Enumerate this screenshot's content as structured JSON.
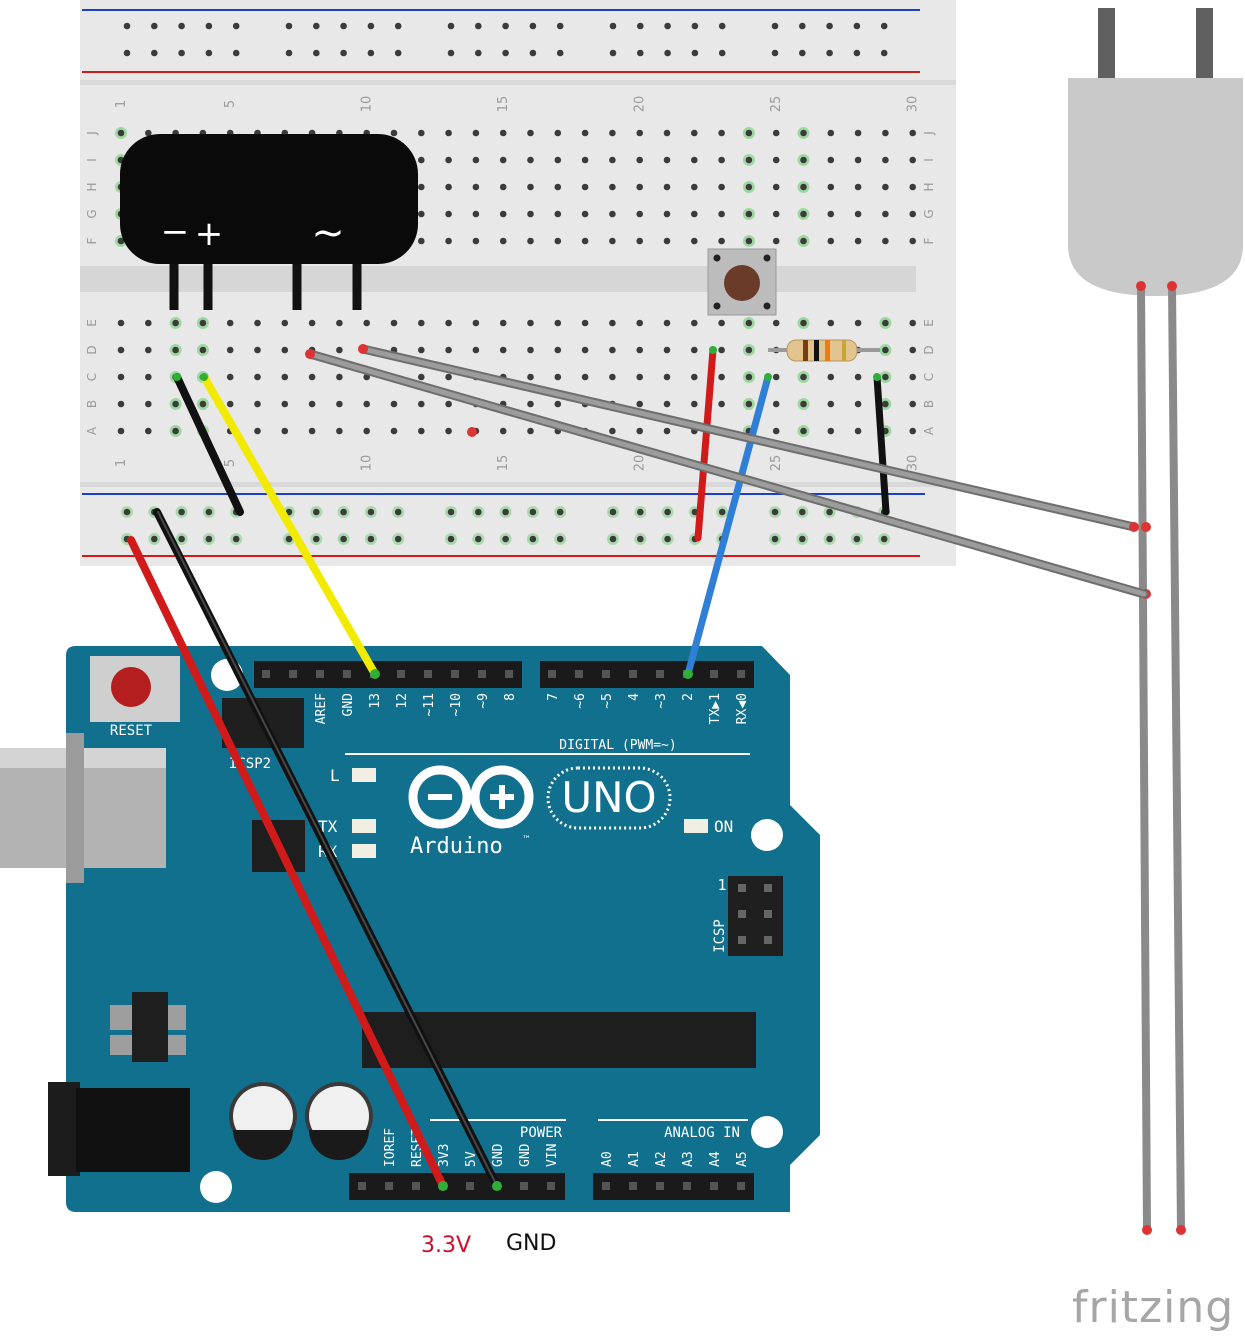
{
  "diagram": {
    "colors": {
      "board": "#12708f",
      "breadboard": "#e8e8e8",
      "wire_red": "#d11a1a",
      "wire_black": "#111111",
      "wire_yellow": "#f2ea00",
      "wire_blue": "#2f7fd6",
      "wire_gray": "#8a8a8a",
      "rail_red": "#d11a1a",
      "rail_blue": "#1e3fc8"
    },
    "breadboard": {
      "column_numbers": [
        "1",
        "5",
        "10",
        "15",
        "20",
        "25",
        "30"
      ],
      "row_letters_top": [
        "J",
        "I",
        "H",
        "G",
        "F"
      ],
      "row_letters_bottom": [
        "E",
        "D",
        "C",
        "B",
        "A"
      ]
    },
    "bridge": {
      "minus": "−",
      "plus": "+",
      "ac": "~"
    },
    "arduino": {
      "reset_label": "RESET",
      "icsp2_label": "ICSP2",
      "icsp_label": "ICSP",
      "icsp_pin1": "1",
      "header_top_left": [
        "AREF",
        "GND",
        "13",
        "12",
        "~11",
        "~10",
        "~9",
        "8"
      ],
      "header_top_right": [
        "7",
        "~6",
        "~5",
        "4",
        "~3",
        "2",
        "TX▶1",
        "RX◀0"
      ],
      "digital_label": "DIGITAL (PWM=~)",
      "led_l": "L",
      "led_tx": "TX",
      "led_rx": "RX",
      "on_label": "ON",
      "logo_text": "UNO",
      "brand": "Arduino",
      "trademark": "™",
      "power_label": "POWER",
      "analog_label": "ANALOG IN",
      "power_pins": [
        "IOREF",
        "RESET",
        "3V3",
        "5V",
        "GND",
        "GND",
        "VIN"
      ],
      "analog_pins": [
        "A0",
        "A1",
        "A2",
        "A3",
        "A4",
        "A5"
      ]
    },
    "captions": {
      "v33": "3.3V",
      "gnd": "GND"
    },
    "watermark": "fritzing"
  }
}
